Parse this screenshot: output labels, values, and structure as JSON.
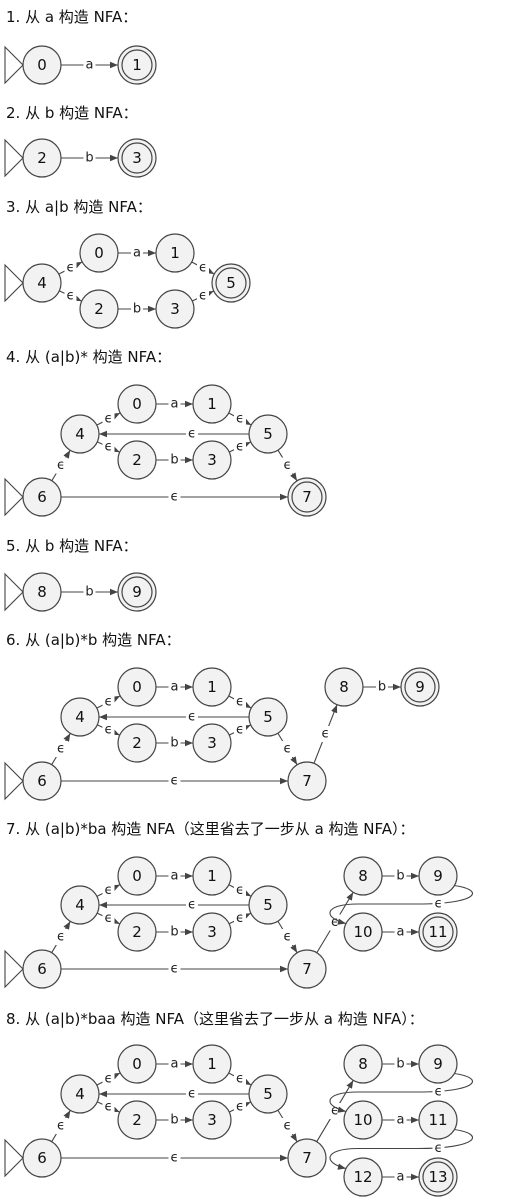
{
  "diagrams": [
    {
      "title": "1. 从 a 构造 NFA：",
      "states": [
        {
          "id": "s1_0",
          "label": "0"
        },
        {
          "id": "s1_1",
          "label": "1",
          "accept": true
        }
      ],
      "start": "s1_0",
      "edges": [
        {
          "from": "s1_0",
          "to": "s1_1",
          "label": "a"
        }
      ]
    },
    {
      "title": "2. 从 b 构造 NFA：",
      "states": [
        {
          "id": "s2_2",
          "label": "2"
        },
        {
          "id": "s2_3",
          "label": "3",
          "accept": true
        }
      ],
      "start": "s2_2",
      "edges": [
        {
          "from": "s2_2",
          "to": "s2_3",
          "label": "b"
        }
      ]
    },
    {
      "title": "3. 从 a|b 构造 NFA：",
      "states": [
        {
          "id": "s3_4",
          "label": "4"
        },
        {
          "id": "s3_0",
          "label": "0"
        },
        {
          "id": "s3_1",
          "label": "1"
        },
        {
          "id": "s3_2",
          "label": "2"
        },
        {
          "id": "s3_3",
          "label": "3"
        },
        {
          "id": "s3_5",
          "label": "5",
          "accept": true
        }
      ],
      "start": "s3_4",
      "edges": [
        {
          "from": "s3_4",
          "to": "s3_0",
          "label": "ϵ"
        },
        {
          "from": "s3_4",
          "to": "s3_2",
          "label": "ϵ"
        },
        {
          "from": "s3_0",
          "to": "s3_1",
          "label": "a"
        },
        {
          "from": "s3_2",
          "to": "s3_3",
          "label": "b"
        },
        {
          "from": "s3_1",
          "to": "s3_5",
          "label": "ϵ"
        },
        {
          "from": "s3_3",
          "to": "s3_5",
          "label": "ϵ"
        }
      ]
    },
    {
      "title": "4. 从 (a|b)* 构造 NFA：",
      "states": [
        {
          "id": "s4_6",
          "label": "6"
        },
        {
          "id": "s4_4",
          "label": "4"
        },
        {
          "id": "s4_0",
          "label": "0"
        },
        {
          "id": "s4_1",
          "label": "1"
        },
        {
          "id": "s4_2",
          "label": "2"
        },
        {
          "id": "s4_3",
          "label": "3"
        },
        {
          "id": "s4_5",
          "label": "5"
        },
        {
          "id": "s4_7",
          "label": "7",
          "accept": true
        }
      ],
      "start": "s4_6",
      "edges": [
        {
          "from": "s4_6",
          "to": "s4_4",
          "label": "ϵ"
        },
        {
          "from": "s4_4",
          "to": "s4_0",
          "label": "ϵ"
        },
        {
          "from": "s4_4",
          "to": "s4_2",
          "label": "ϵ"
        },
        {
          "from": "s4_0",
          "to": "s4_1",
          "label": "a"
        },
        {
          "from": "s4_2",
          "to": "s4_3",
          "label": "b"
        },
        {
          "from": "s4_1",
          "to": "s4_5",
          "label": "ϵ"
        },
        {
          "from": "s4_3",
          "to": "s4_5",
          "label": "ϵ"
        },
        {
          "from": "s4_5",
          "to": "s4_4",
          "label": "ϵ"
        },
        {
          "from": "s4_5",
          "to": "s4_7",
          "label": "ϵ"
        },
        {
          "from": "s4_6",
          "to": "s4_7",
          "label": "ϵ"
        }
      ]
    },
    {
      "title": "5. 从 b 构造 NFA：",
      "states": [
        {
          "id": "s5_8",
          "label": "8"
        },
        {
          "id": "s5_9",
          "label": "9",
          "accept": true
        }
      ],
      "start": "s5_8",
      "edges": [
        {
          "from": "s5_8",
          "to": "s5_9",
          "label": "b"
        }
      ]
    },
    {
      "title": "6. 从 (a|b)*b 构造 NFA：",
      "states": [
        {
          "id": "s6_6",
          "label": "6"
        },
        {
          "id": "s6_4",
          "label": "4"
        },
        {
          "id": "s6_0",
          "label": "0"
        },
        {
          "id": "s6_1",
          "label": "1"
        },
        {
          "id": "s6_2",
          "label": "2"
        },
        {
          "id": "s6_3",
          "label": "3"
        },
        {
          "id": "s6_5",
          "label": "5"
        },
        {
          "id": "s6_7",
          "label": "7"
        },
        {
          "id": "s6_8",
          "label": "8"
        },
        {
          "id": "s6_9",
          "label": "9",
          "accept": true
        }
      ],
      "start": "s6_6",
      "edges": [
        {
          "from": "s6_6",
          "to": "s6_4",
          "label": "ϵ"
        },
        {
          "from": "s6_4",
          "to": "s6_0",
          "label": "ϵ"
        },
        {
          "from": "s6_4",
          "to": "s6_2",
          "label": "ϵ"
        },
        {
          "from": "s6_0",
          "to": "s6_1",
          "label": "a"
        },
        {
          "from": "s6_2",
          "to": "s6_3",
          "label": "b"
        },
        {
          "from": "s6_1",
          "to": "s6_5",
          "label": "ϵ"
        },
        {
          "from": "s6_3",
          "to": "s6_5",
          "label": "ϵ"
        },
        {
          "from": "s6_5",
          "to": "s6_4",
          "label": "ϵ"
        },
        {
          "from": "s6_5",
          "to": "s6_7",
          "label": "ϵ"
        },
        {
          "from": "s6_6",
          "to": "s6_7",
          "label": "ϵ"
        },
        {
          "from": "s6_7",
          "to": "s6_8",
          "label": "ϵ"
        },
        {
          "from": "s6_8",
          "to": "s6_9",
          "label": "b"
        }
      ]
    },
    {
      "title": "7. 从 (a|b)*ba 构造 NFA（这里省去了一步从  a 构造 NFA）：",
      "states": [
        {
          "id": "s7_6",
          "label": "6"
        },
        {
          "id": "s7_4",
          "label": "4"
        },
        {
          "id": "s7_0",
          "label": "0"
        },
        {
          "id": "s7_1",
          "label": "1"
        },
        {
          "id": "s7_2",
          "label": "2"
        },
        {
          "id": "s7_3",
          "label": "3"
        },
        {
          "id": "s7_5",
          "label": "5"
        },
        {
          "id": "s7_7",
          "label": "7"
        },
        {
          "id": "s7_8",
          "label": "8"
        },
        {
          "id": "s7_9",
          "label": "9"
        },
        {
          "id": "s7_10",
          "label": "10"
        },
        {
          "id": "s7_11",
          "label": "11",
          "accept": true
        }
      ],
      "start": "s7_6",
      "edges": [
        {
          "from": "s7_6",
          "to": "s7_4",
          "label": "ϵ"
        },
        {
          "from": "s7_4",
          "to": "s7_0",
          "label": "ϵ"
        },
        {
          "from": "s7_4",
          "to": "s7_2",
          "label": "ϵ"
        },
        {
          "from": "s7_0",
          "to": "s7_1",
          "label": "a"
        },
        {
          "from": "s7_2",
          "to": "s7_3",
          "label": "b"
        },
        {
          "from": "s7_1",
          "to": "s7_5",
          "label": "ϵ"
        },
        {
          "from": "s7_3",
          "to": "s7_5",
          "label": "ϵ"
        },
        {
          "from": "s7_5",
          "to": "s7_4",
          "label": "ϵ"
        },
        {
          "from": "s7_5",
          "to": "s7_7",
          "label": "ϵ"
        },
        {
          "from": "s7_6",
          "to": "s7_7",
          "label": "ϵ"
        },
        {
          "from": "s7_7",
          "to": "s7_8",
          "label": "ϵ"
        },
        {
          "from": "s7_8",
          "to": "s7_9",
          "label": "b"
        },
        {
          "from": "s7_9",
          "to": "s7_10",
          "label": "ϵ"
        },
        {
          "from": "s7_10",
          "to": "s7_11",
          "label": "a"
        }
      ]
    },
    {
      "title": "8. 从 (a|b)*baa 构造 NFA（这里省去了一步从  a 构造 NFA）：",
      "states": [
        {
          "id": "s8_6",
          "label": "6"
        },
        {
          "id": "s8_4",
          "label": "4"
        },
        {
          "id": "s8_0",
          "label": "0"
        },
        {
          "id": "s8_1",
          "label": "1"
        },
        {
          "id": "s8_2",
          "label": "2"
        },
        {
          "id": "s8_3",
          "label": "3"
        },
        {
          "id": "s8_5",
          "label": "5"
        },
        {
          "id": "s8_7",
          "label": "7"
        },
        {
          "id": "s8_8",
          "label": "8"
        },
        {
          "id": "s8_9",
          "label": "9"
        },
        {
          "id": "s8_10",
          "label": "10"
        },
        {
          "id": "s8_11",
          "label": "11"
        },
        {
          "id": "s8_12",
          "label": "12"
        },
        {
          "id": "s8_13",
          "label": "13",
          "accept": true
        }
      ],
      "start": "s8_6",
      "edges": [
        {
          "from": "s8_6",
          "to": "s8_4",
          "label": "ϵ"
        },
        {
          "from": "s8_4",
          "to": "s8_0",
          "label": "ϵ"
        },
        {
          "from": "s8_4",
          "to": "s8_2",
          "label": "ϵ"
        },
        {
          "from": "s8_0",
          "to": "s8_1",
          "label": "a"
        },
        {
          "from": "s8_2",
          "to": "s8_3",
          "label": "b"
        },
        {
          "from": "s8_1",
          "to": "s8_5",
          "label": "ϵ"
        },
        {
          "from": "s8_3",
          "to": "s8_5",
          "label": "ϵ"
        },
        {
          "from": "s8_5",
          "to": "s8_4",
          "label": "ϵ"
        },
        {
          "from": "s8_5",
          "to": "s8_7",
          "label": "ϵ"
        },
        {
          "from": "s8_6",
          "to": "s8_7",
          "label": "ϵ"
        },
        {
          "from": "s8_7",
          "to": "s8_8",
          "label": "ϵ"
        },
        {
          "from": "s8_8",
          "to": "s8_9",
          "label": "b"
        },
        {
          "from": "s8_9",
          "to": "s8_10",
          "label": "ϵ"
        },
        {
          "from": "s8_10",
          "to": "s8_11",
          "label": "a"
        },
        {
          "from": "s8_11",
          "to": "s8_12",
          "label": "ϵ"
        },
        {
          "from": "s8_12",
          "to": "s8_13",
          "label": "a"
        }
      ]
    }
  ]
}
